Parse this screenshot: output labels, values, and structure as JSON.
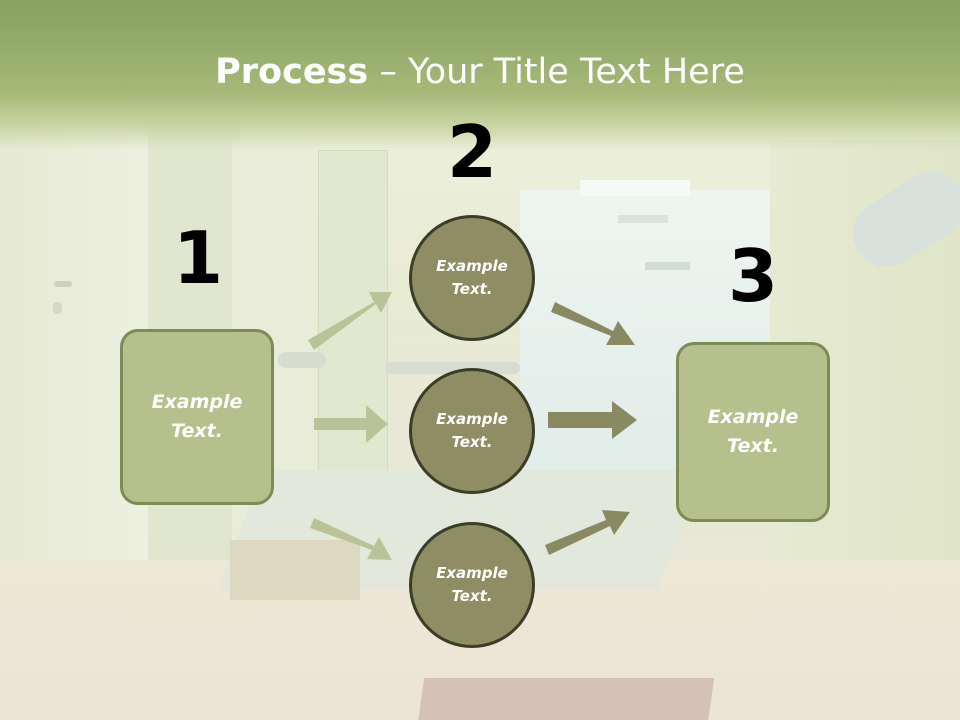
{
  "slide": {
    "title_bold": "Process",
    "title_rest": " – Your Title Text Here"
  },
  "steps": [
    {
      "number": "1",
      "text_line1": "Example",
      "text_line2": "Text."
    },
    {
      "number": "2"
    },
    {
      "number": "3",
      "text_line1": "Example",
      "text_line2": "Text."
    }
  ],
  "circles": [
    {
      "text_line1": "Example",
      "text_line2": "Text."
    },
    {
      "text_line1": "Example",
      "text_line2": "Text."
    },
    {
      "text_line1": "Example",
      "text_line2": "Text."
    }
  ],
  "colors": {
    "title_band": "#94ac6b",
    "box_fill": "#b5c08d",
    "circle_fill": "#8e8d63",
    "arrow_light": "#b8c497",
    "arrow_dark": "#8a8a62"
  }
}
